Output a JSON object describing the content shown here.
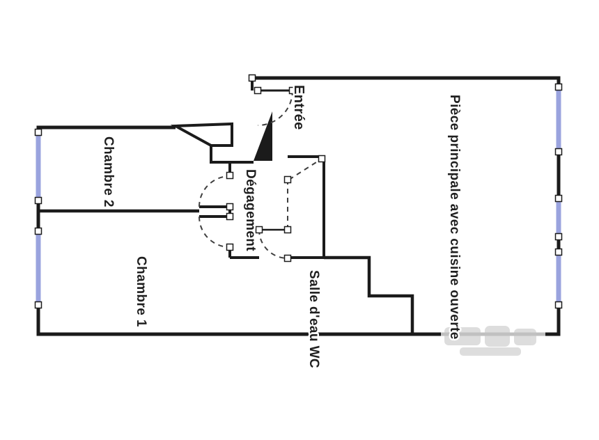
{
  "floorplan": {
    "rooms": [
      {
        "id": "entree",
        "label": "Entrée"
      },
      {
        "id": "piece-principale",
        "label": "Pièce principale avec cuisine ouverte"
      },
      {
        "id": "chambre-2",
        "label": "Chambre 2"
      },
      {
        "id": "chambre-1",
        "label": "Chambre 1"
      },
      {
        "id": "degagement",
        "label": "Dégagement"
      },
      {
        "id": "salle-eau-wc",
        "label": "Salle d'eau WC"
      }
    ],
    "colors": {
      "wall": "#1b1b1b",
      "window": "#9aa3de",
      "door_dash": "#3f3f3f",
      "label_text": "#1f1f1f",
      "background": "#ffffff",
      "watermark": "#c3c3c3"
    }
  }
}
